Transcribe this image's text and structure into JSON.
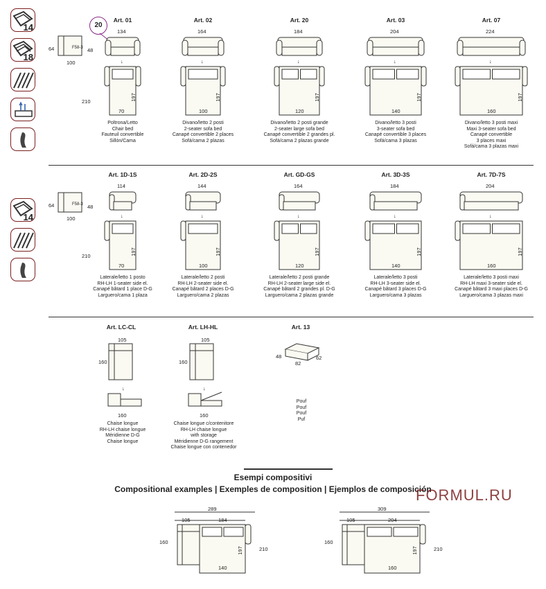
{
  "side_icons": {
    "icon_14a": "14",
    "icon_18": "18",
    "icon_14b": "14"
  },
  "badge": "20",
  "row1": {
    "ref_dims": {
      "depth": "64",
      "height": "48",
      "seat": "F58-3",
      "length": "100"
    },
    "items": [
      {
        "title": "Art. 01",
        "width": "134",
        "bed_depth": "210",
        "bed_len": "197",
        "mattress": "70",
        "desc": [
          "Poltrona/Letto",
          "Chair bed",
          "Fauteuil convertible",
          "Sillón/Cama"
        ]
      },
      {
        "title": "Art. 02",
        "width": "164",
        "bed_len": "197",
        "mattress": "100",
        "desc": [
          "Divano/letto 2 posti",
          "2-seater sofa bed",
          "Canapé convertible 2 places",
          "Sofá/cama 2 plazas"
        ]
      },
      {
        "title": "Art. 20",
        "width": "184",
        "bed_len": "197",
        "mattress": "120",
        "desc": [
          "Divano/letto 2 posti grande",
          "2-seater large sofa bed",
          "Canapé convertible 2 grandes pl.",
          "Sofá/cama 2 plazas grande"
        ]
      },
      {
        "title": "Art. 03",
        "width": "204",
        "bed_len": "197",
        "mattress": "140",
        "desc": [
          "Divano/letto 3 posti",
          "3-seater sofa bed",
          "Canapé convertible 3 places",
          "Sofá/cama 3 plazas"
        ]
      },
      {
        "title": "Art. 07",
        "width": "224",
        "bed_len": "197",
        "mattress": "160",
        "desc": [
          "Divano/letto 3 posti maxi",
          "Maxi 3-seater sofa bed",
          "Canapé convertible",
          "3 places maxi",
          "Sofá/cama 3 plazas maxi"
        ]
      }
    ]
  },
  "row2": {
    "ref_dims": {
      "depth": "64",
      "height": "48",
      "seat": "F58-3",
      "length": "100"
    },
    "items": [
      {
        "title": "Art. 1D-1S",
        "width": "114",
        "bed_depth": "210",
        "bed_len": "197",
        "mattress": "70",
        "desc": [
          "Laterale/letto 1 posto",
          "RH-LH 1-seater side el.",
          "Canapé bâtard 1 place D-G",
          "Larguero/cama 1 plaza"
        ]
      },
      {
        "title": "Art. 2D-2S",
        "width": "144",
        "bed_len": "197",
        "mattress": "100",
        "desc": [
          "Laterale/letto 2 posti",
          "RH-LH 2-seater side el.",
          "Canapé bâtard 2 places D-G",
          "Larguero/cama 2 plazas"
        ]
      },
      {
        "title": "Art. GD-GS",
        "width": "164",
        "bed_len": "197",
        "mattress": "120",
        "desc": [
          "Laterale/letto 2 posti grande",
          "RH-LH 2-seater large side el.",
          "Canapé bâtard 2 grandes pl. D-G",
          "Larguero/cama 2 plazas grande"
        ]
      },
      {
        "title": "Art. 3D-3S",
        "width": "184",
        "bed_len": "197",
        "mattress": "140",
        "desc": [
          "Laterale/letto 3 posti",
          "RH-LH 3-seater side el.",
          "Canapé bâtard 3 places D-G",
          "Larguero/cama 3 plazas"
        ]
      },
      {
        "title": "Art. 7D-7S",
        "width": "204",
        "bed_len": "197",
        "mattress": "160",
        "desc": [
          "Laterale/letto 3 posti maxi",
          "RH-LH maxi 3-seater side el.",
          "Canapé bâtard 3 maxi places D-G",
          "Larguero/cama 3 plazas maxi"
        ]
      }
    ]
  },
  "row3": {
    "items": [
      {
        "title": "Art. LC-CL",
        "width": "105",
        "depth": "160",
        "length": "160",
        "desc": [
          "Chaise longue",
          "RH-LH chaise longue",
          "Méridienne D-G",
          "Chaise longue"
        ]
      },
      {
        "title": "Art. LH-HL",
        "width": "105",
        "depth": "160",
        "length": "160",
        "desc": [
          "Chaise longue c/contenitore",
          "RH-LH chaise longue",
          "with storage",
          "Méridienne D-G rangement",
          "Chaise longue con contenedor"
        ]
      },
      {
        "title": "Art. 13",
        "height": "48",
        "width": "82",
        "depth": "62",
        "desc": [
          "Pouf",
          "Pouf",
          "Pouf",
          "Puf"
        ]
      }
    ]
  },
  "examples": {
    "heading": "Esempi compositivi",
    "subheading": "Compositional examples | Exemples de composition | Ejemplos de composición",
    "items": [
      {
        "total": "289",
        "chaise": "105",
        "sofa": "184",
        "depth_left": "160",
        "bed_len": "197",
        "bed_depth": "210",
        "mattress": "140"
      },
      {
        "total": "309",
        "chaise": "105",
        "sofa": "204",
        "depth_left": "160",
        "bed_len": "197",
        "bed_depth": "210",
        "mattress": "160"
      }
    ]
  },
  "watermark": "FORMUL.RU",
  "colors": {
    "accent": "#7a1f1f",
    "badge": "#8a2a8a",
    "line": "#333333",
    "fill": "#fafaf2"
  }
}
